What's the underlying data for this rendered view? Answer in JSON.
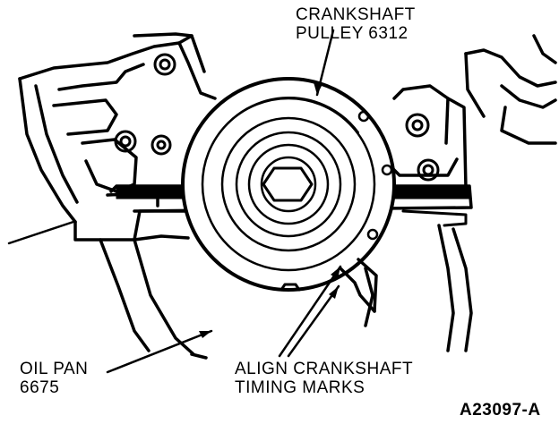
{
  "labels": {
    "crankshaft_pulley": {
      "line1": "CRANKSHAFT",
      "line2": "PULLEY 6312"
    },
    "oil_pan": {
      "line1": "OIL PAN",
      "line2": "6675"
    },
    "timing_marks": {
      "line1": "ALIGN CRANKSHAFT",
      "line2": "TIMING MARKS"
    },
    "figure_id": "A23097-A"
  },
  "colors": {
    "ink": "#000000",
    "paper": "#ffffff"
  }
}
